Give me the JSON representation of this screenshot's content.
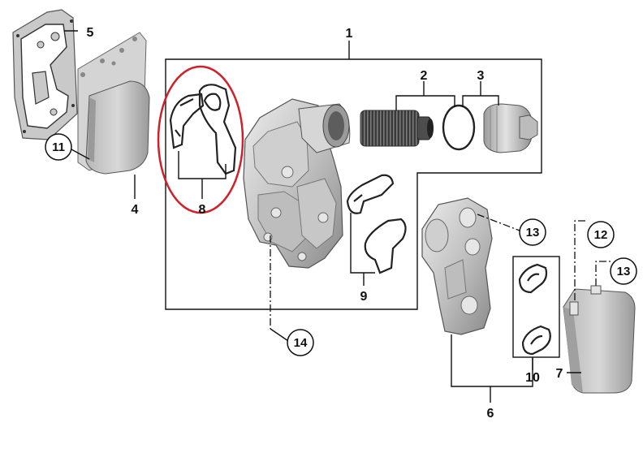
{
  "callouts": {
    "c1": "1",
    "c2": "2",
    "c3": "3",
    "c4": "4",
    "c5": "5",
    "c6": "6",
    "c7": "7",
    "c8": "8",
    "c9": "9",
    "c10": "10",
    "c11": "11",
    "c12": "12",
    "c13a": "13",
    "c13b": "13",
    "c14": "14"
  },
  "colors": {
    "highlight": "#d0202a",
    "part_light": "#d9d9d9",
    "part_dark": "#8c8c8c",
    "line": "#111111"
  }
}
